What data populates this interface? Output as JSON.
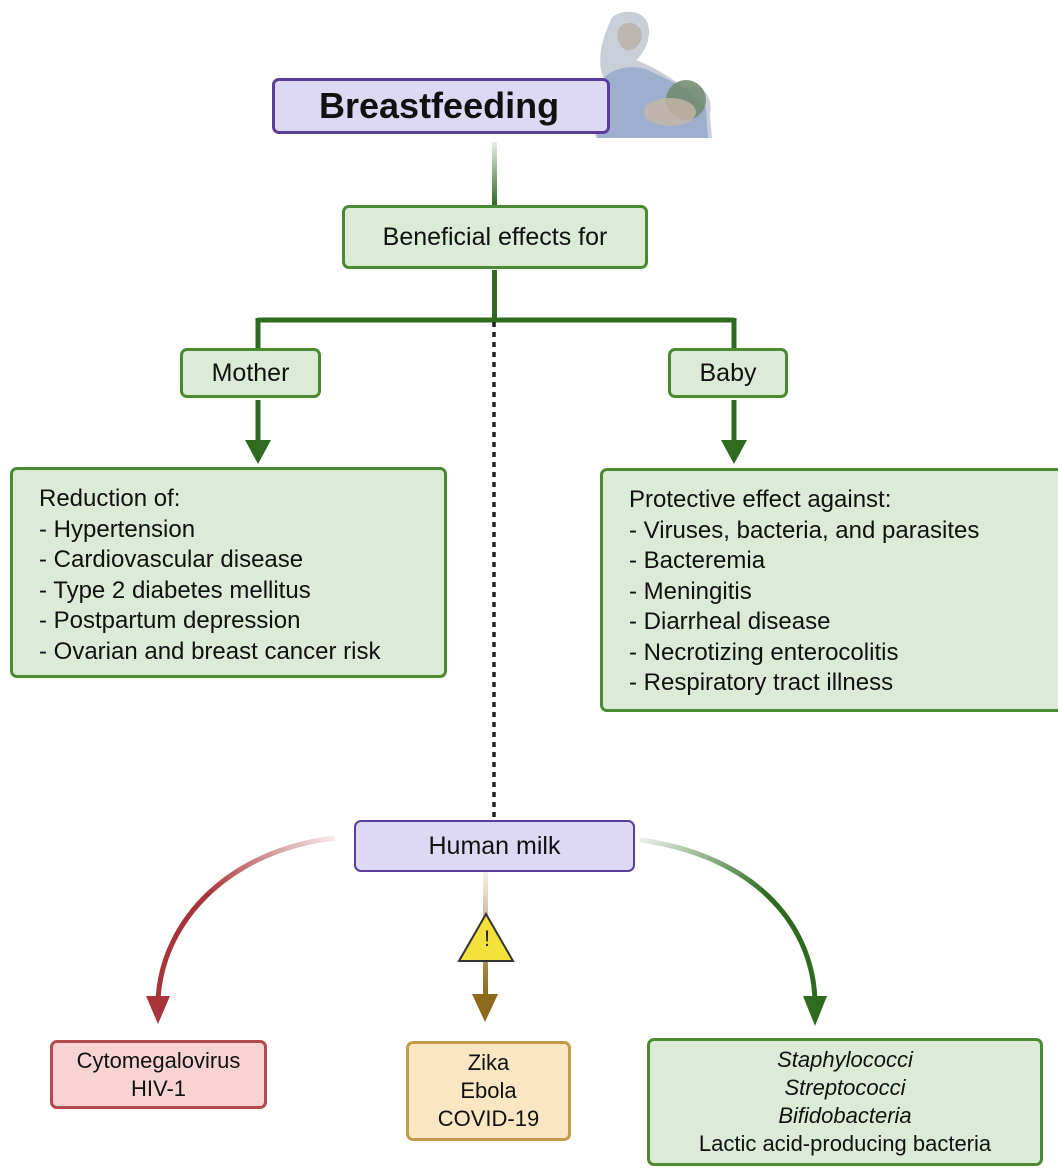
{
  "title": "Breastfeeding",
  "nodes": {
    "beneficial": "Beneficial effects for",
    "mother": "Mother",
    "baby": "Baby",
    "human_milk": "Human milk"
  },
  "mother_list": [
    "Reduction of:",
    "- Hypertension",
    "- Cardiovascular disease",
    "- Type 2 diabetes mellitus",
    "- Postpartum depression",
    "- Ovarian and breast cancer risk"
  ],
  "baby_list": [
    "Protective effect against:",
    "- Viruses, bacteria, and parasites",
    "- Bacteremia",
    "- Meningitis",
    "- Diarrheal disease",
    "- Necrotizing enterocolitis",
    "- Respiratory tract illness"
  ],
  "bottom": {
    "harmful": [
      "Cytomegalovirus",
      "HIV-1"
    ],
    "uncertain": [
      "Zika",
      "Ebola",
      "COVID-19"
    ],
    "beneficial": [
      "Staphylococci",
      "Streptococci",
      "Bifidobacteria",
      "Lactic acid-producing bacteria"
    ]
  },
  "warning_mark": "!",
  "colors": {
    "green": "#2e6b1f",
    "red": "#a8343a",
    "gold": "#8d6a1c",
    "purple": "#5b3d9a",
    "warning_fill": "#f2e23a"
  },
  "icons": [
    "breastfeeding-illustration",
    "warning-triangle-icon"
  ]
}
